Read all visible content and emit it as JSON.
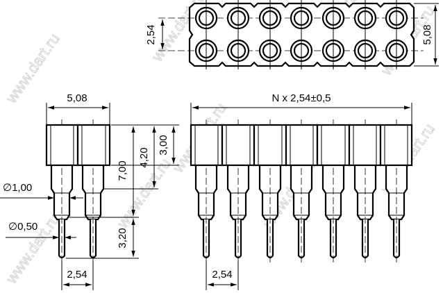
{
  "watermark": "www.dart.ru",
  "top_view": {
    "rows": 2,
    "columns": 7,
    "dim_pitch": "2,54",
    "dim_width": "5,08"
  },
  "side_view_left": {
    "dim_width": "5,08",
    "dim_total": "7,00",
    "dim_pin": "3,20",
    "dim_420": "4,20",
    "dim_300": "3,00",
    "dia_sleeve": "∅1,00",
    "dia_pin": "∅0,50",
    "dim_pitch": "2,54"
  },
  "side_view_right": {
    "pins": 7,
    "dim_length": "N x 2,54±0,5",
    "dim_pitch": "2,54"
  }
}
